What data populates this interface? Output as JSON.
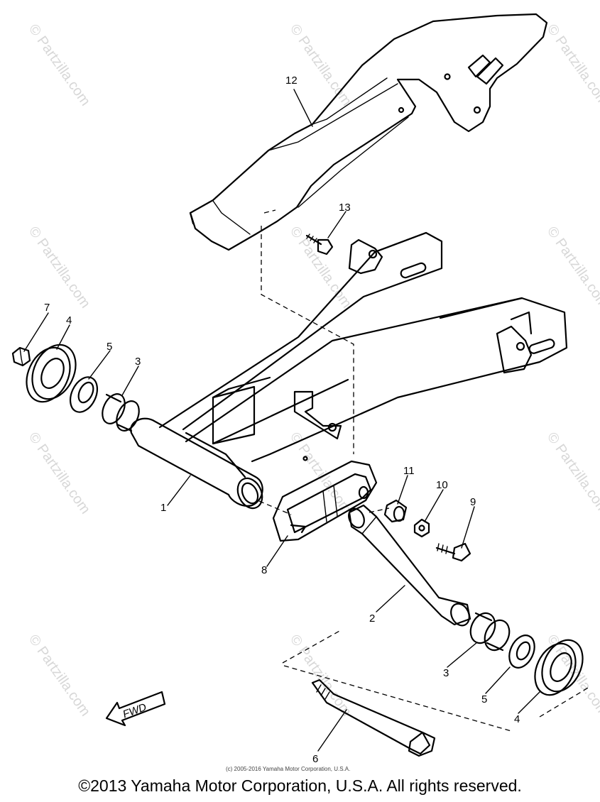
{
  "watermark": "© Partzilla.com",
  "fwd_label": "FWD",
  "small_copyright": "(c) 2005-2016 Yamaha Motor Corporation, U.S.A.",
  "copyright": "©2013 Yamaha Motor Corporation, U.S.A. All rights reserved.",
  "callouts": [
    "12",
    "13",
    "7",
    "4",
    "5",
    "3",
    "1",
    "11",
    "10",
    "9",
    "8",
    "2",
    "3",
    "5",
    "4",
    "6"
  ]
}
